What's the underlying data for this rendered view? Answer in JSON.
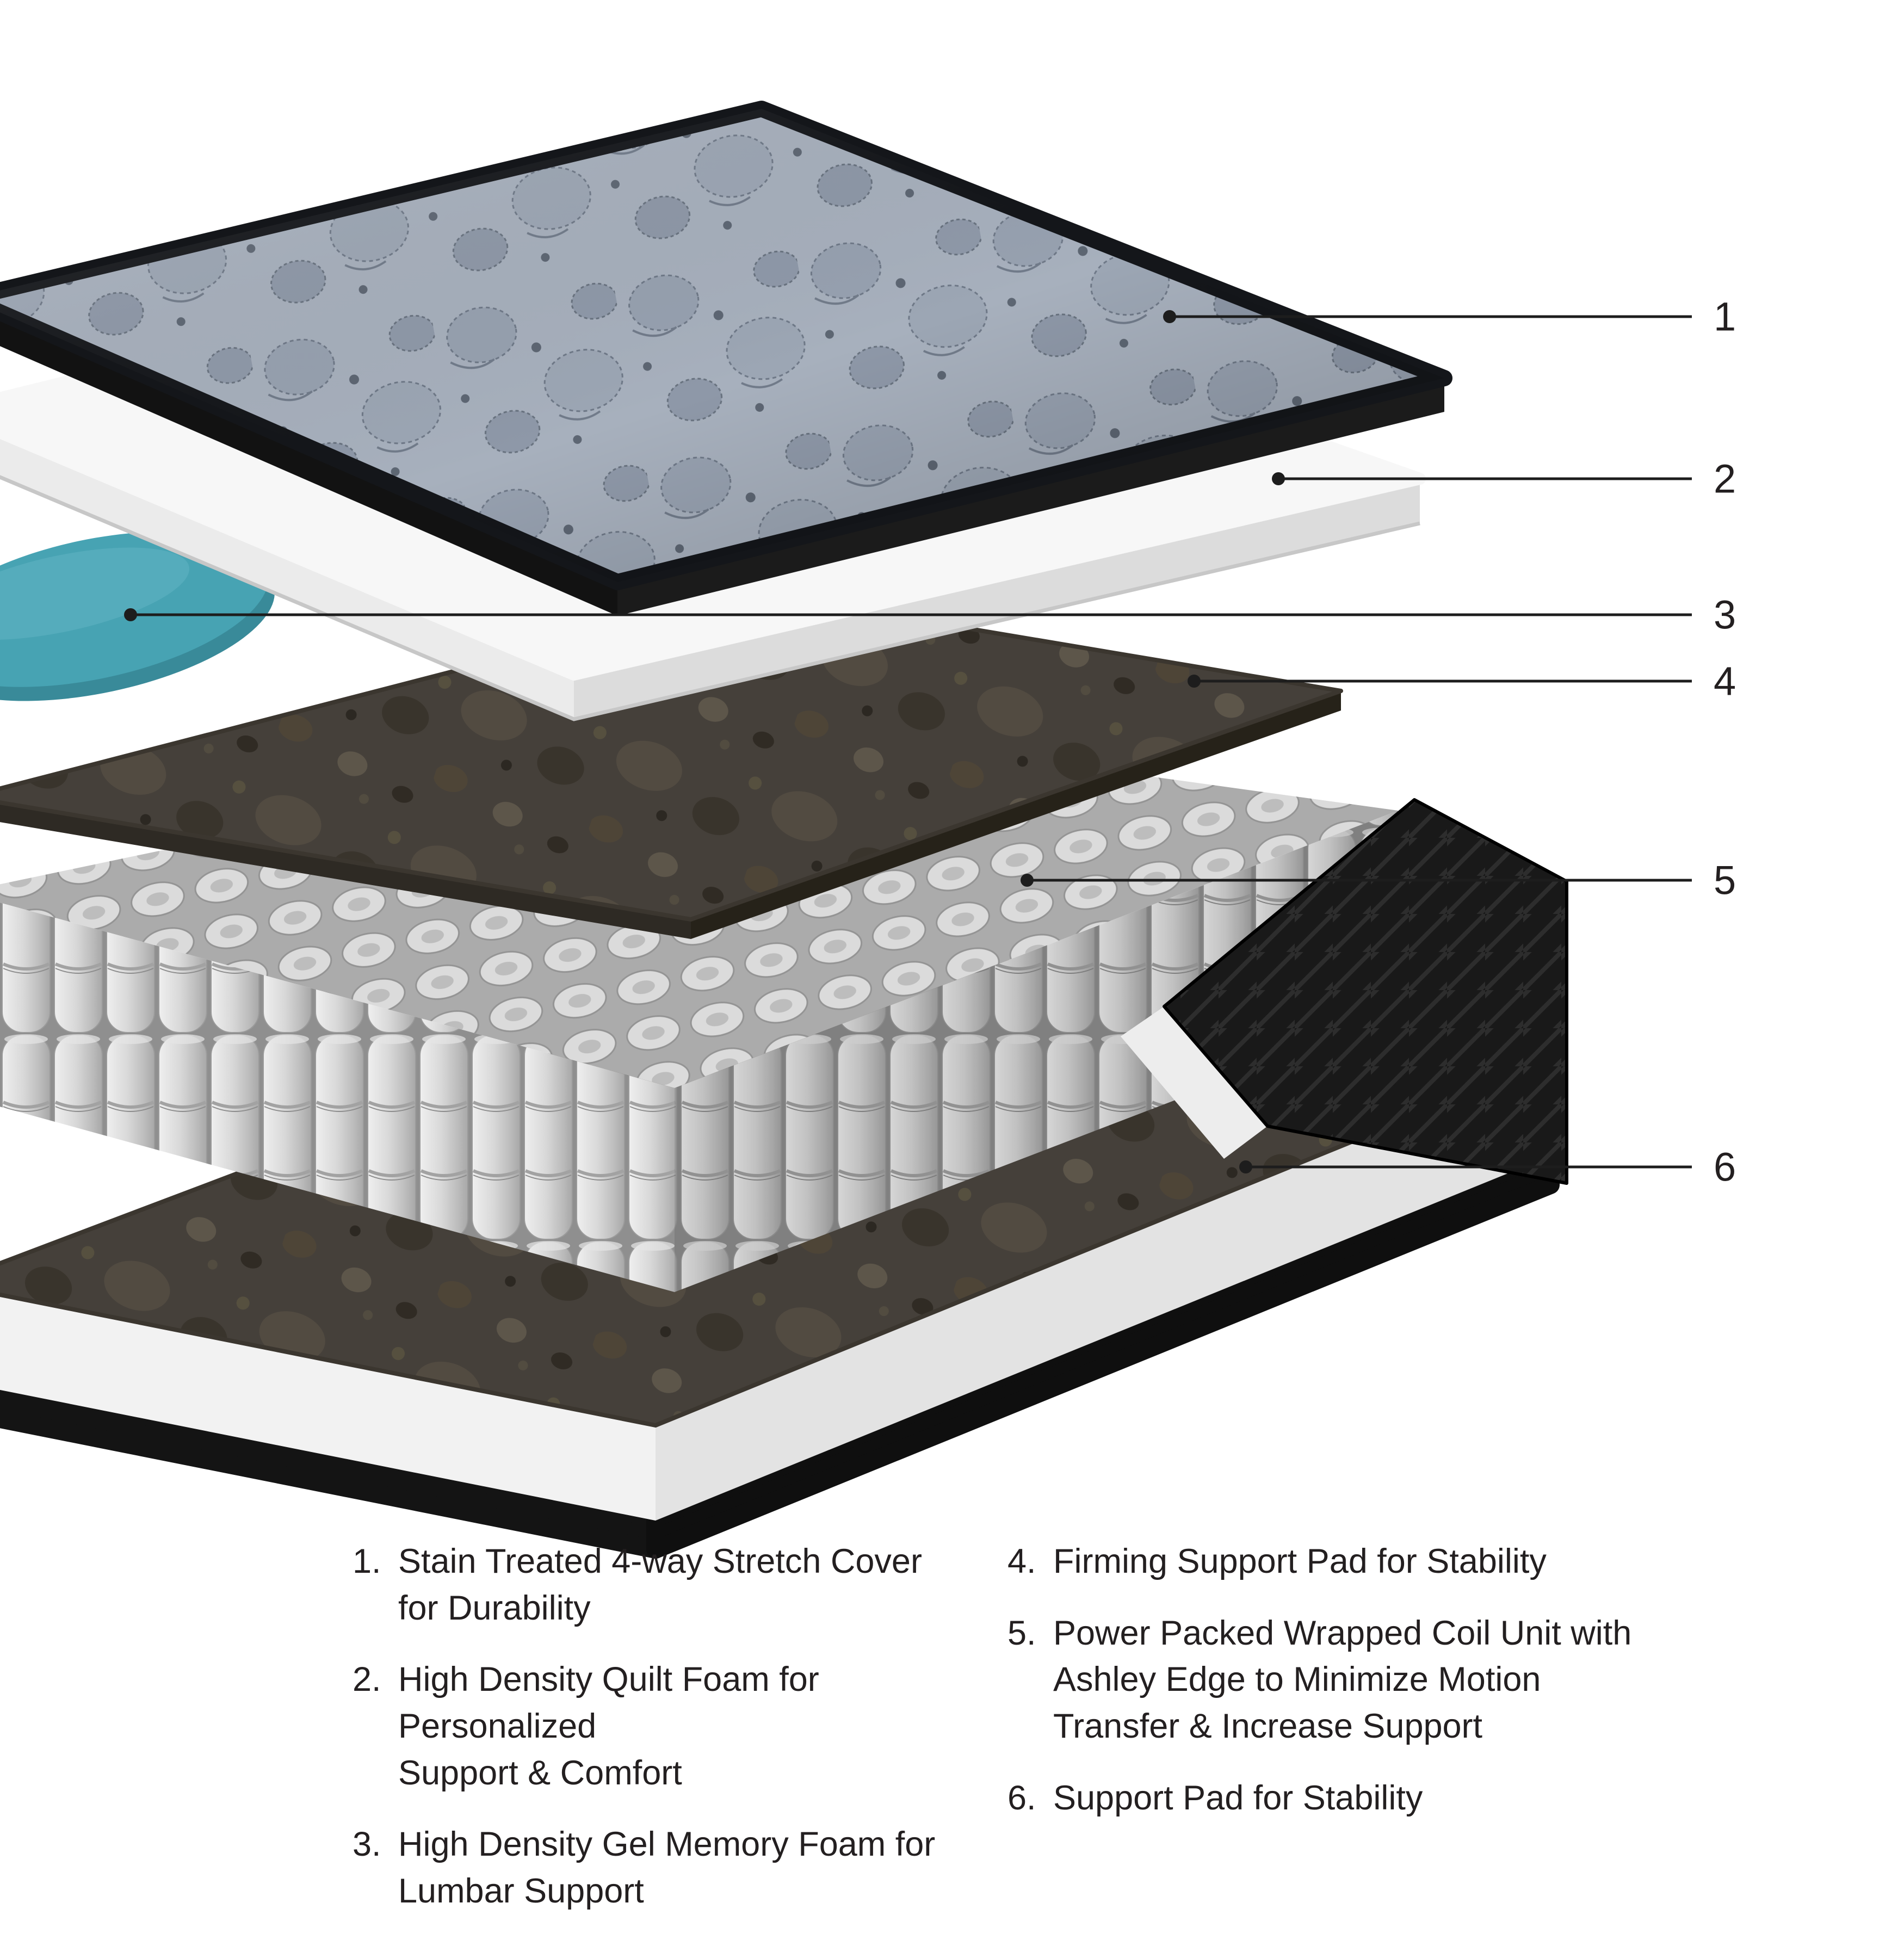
{
  "colors": {
    "gel_foam_teal": "#47A3B3",
    "cover_fabric_grey": "#A7B0BD",
    "support_pad_brown": "#45403A",
    "coil_fabric_grey": "#D8D8D8",
    "edge_foam_black": "#191919",
    "foam_white": "#F6F6F6",
    "text": "#231F20"
  },
  "callouts": [
    {
      "number": "1"
    },
    {
      "number": "2"
    },
    {
      "number": "3"
    },
    {
      "number": "4"
    },
    {
      "number": "5"
    },
    {
      "number": "6"
    }
  ],
  "legend": {
    "items": [
      {
        "number": "1.",
        "text": "Stain Treated 4-way Stretch Cover\nfor Durability"
      },
      {
        "number": "2.",
        "text": "High Density Quilt Foam for Personalized\nSupport & Comfort"
      },
      {
        "number": "3.",
        "text": "High Density Gel Memory Foam for\nLumbar Support"
      },
      {
        "number": "4.",
        "text": "Firming Support Pad for Stability"
      },
      {
        "number": "5.",
        "text": "Power Packed Wrapped Coil Unit with\nAshley Edge to Minimize Motion\nTransfer & Increase Support"
      },
      {
        "number": "6.",
        "text": "Support Pad for Stability"
      }
    ]
  }
}
